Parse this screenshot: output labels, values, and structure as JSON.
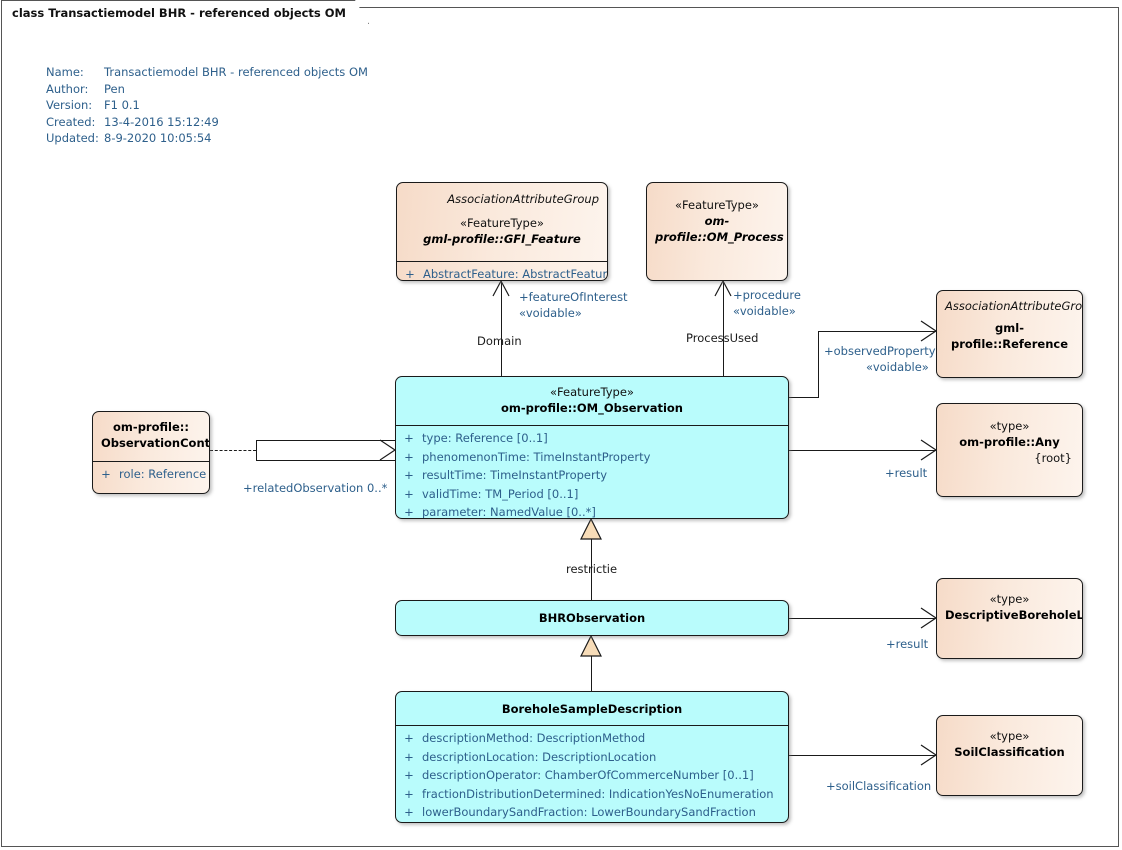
{
  "diagram": {
    "tab_title": "class Transactiemodel BHR - referenced objects OM",
    "meta": {
      "name_label": "Name:",
      "name_value": "Transactiemodel BHR - referenced objects OM",
      "author_label": "Author:",
      "author_value": "Pen",
      "version_label": "Version:",
      "version_value": "F1 0.1",
      "created_label": "Created:",
      "created_value": "13-4-2016 15:12:49",
      "updated_label": "Updated:",
      "updated_value": "8-9-2020 10:05:54"
    },
    "colors": {
      "peach_fill": "#f8e2d2",
      "cyan_fill": "#b9fcfc",
      "border": "#1a1a1a",
      "text_blue": "#2d5f8b"
    }
  },
  "classes": {
    "gfi_feature": {
      "group": "AssociationAttributeGroup",
      "stereotype": "«FeatureType»",
      "name": "gml-profile::GFI_Feature",
      "attrs": [
        {
          "vis": "+",
          "text": "AbstractFeature: AbstractFeature"
        }
      ]
    },
    "om_process": {
      "stereotype": "«FeatureType»",
      "name": "om-profile::OM_Process"
    },
    "om_observation": {
      "stereotype": "«FeatureType»",
      "name": "om-profile::OM_Observation",
      "attrs": [
        {
          "vis": "+",
          "text": "type: Reference [0..1]"
        },
        {
          "vis": "+",
          "text": "phenomenonTime: TimeInstantProperty"
        },
        {
          "vis": "+",
          "text": "resultTime: TimeInstantProperty"
        },
        {
          "vis": "+",
          "text": "validTime: TM_Period [0..1]"
        },
        {
          "vis": "+",
          "text": "parameter: NamedValue [0..*]"
        }
      ]
    },
    "observation_context": {
      "name_line1": "om-profile::",
      "name_line2": "ObservationContext",
      "attrs": [
        {
          "vis": "+",
          "text": "role: Reference"
        }
      ]
    },
    "reference": {
      "group": "AssociationAttributeGroup",
      "name": "gml-profile::Reference"
    },
    "any": {
      "stereotype": "«type»",
      "name": "om-profile::Any",
      "root": "{root}"
    },
    "bhr_observation": {
      "name": "BHRObservation"
    },
    "descriptive_borehole_log": {
      "stereotype": "«type»",
      "name": "DescriptiveBoreholeLog"
    },
    "soil_classification": {
      "stereotype": "«type»",
      "name": "SoilClassification"
    },
    "borehole_sample_description": {
      "name": "BoreholeSampleDescription",
      "attrs": [
        {
          "vis": "+",
          "text": "descriptionMethod: DescriptionMethod"
        },
        {
          "vis": "+",
          "text": "descriptionLocation: DescriptionLocation"
        },
        {
          "vis": "+",
          "text": "descriptionOperator: ChamberOfCommerceNumber [0..1]"
        },
        {
          "vis": "+",
          "text": "fractionDistributionDetermined: IndicationYesNoEnumeration"
        },
        {
          "vis": "+",
          "text": "lowerBoundarySandFraction: LowerBoundarySandFraction"
        }
      ]
    }
  },
  "connectors": {
    "feature_of_interest_role": "+featureOfInterest",
    "feature_of_interest_voidable": "«voidable»",
    "domain": "Domain",
    "procedure_role": "+procedure",
    "procedure_voidable": "«voidable»",
    "process_used": "ProcessUsed",
    "observed_property_role": "+observedProperty",
    "observed_property_voidable": "«voidable»",
    "result_any": "+result",
    "related_observation": "+relatedObservation 0..*",
    "restrictie": "restrictie",
    "result_log": "+result",
    "soil_classification": "+soilClassification"
  }
}
